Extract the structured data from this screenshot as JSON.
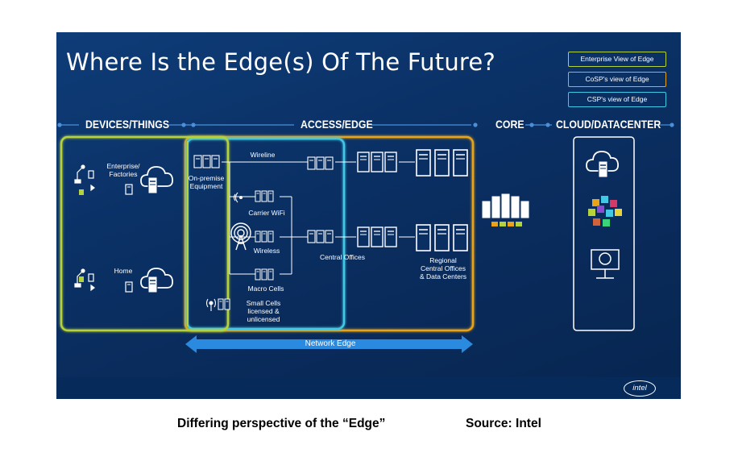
{
  "slide": {
    "title": "Where Is the Edge(s) Of The Future?",
    "legend": [
      {
        "label": "Enterprise View of Edge",
        "color": "#b6d23a"
      },
      {
        "label": "CoSP's view of Edge",
        "color": "#e8a318"
      },
      {
        "label": "CSP's view of Edge",
        "color": "#41c8e6"
      }
    ],
    "sections": {
      "devices": "DEVICES/THINGS",
      "access": "ACCESS/EDGE",
      "core": "CORE",
      "cloud": "CLOUD/DATACENTER"
    },
    "labels": {
      "enterprise": "Enterprise/\nFactories",
      "home": "Home",
      "on_premise": "On-premise\nEquipment",
      "wireline": "Wireline",
      "carrier_wifi": "Carrier WiFi",
      "wireless": "Wireless",
      "macro_cells": "Macro Cells",
      "small_cells": "Small Cells\nlicensed &\nunlicensed",
      "central_offices": "Central Offices",
      "regional": "Regional\nCentral Offices\n& Data Centers"
    },
    "network_edge": "Network Edge",
    "brand": "intel"
  },
  "caption": "Differing perspective of the “Edge”",
  "source": "Source: Intel"
}
